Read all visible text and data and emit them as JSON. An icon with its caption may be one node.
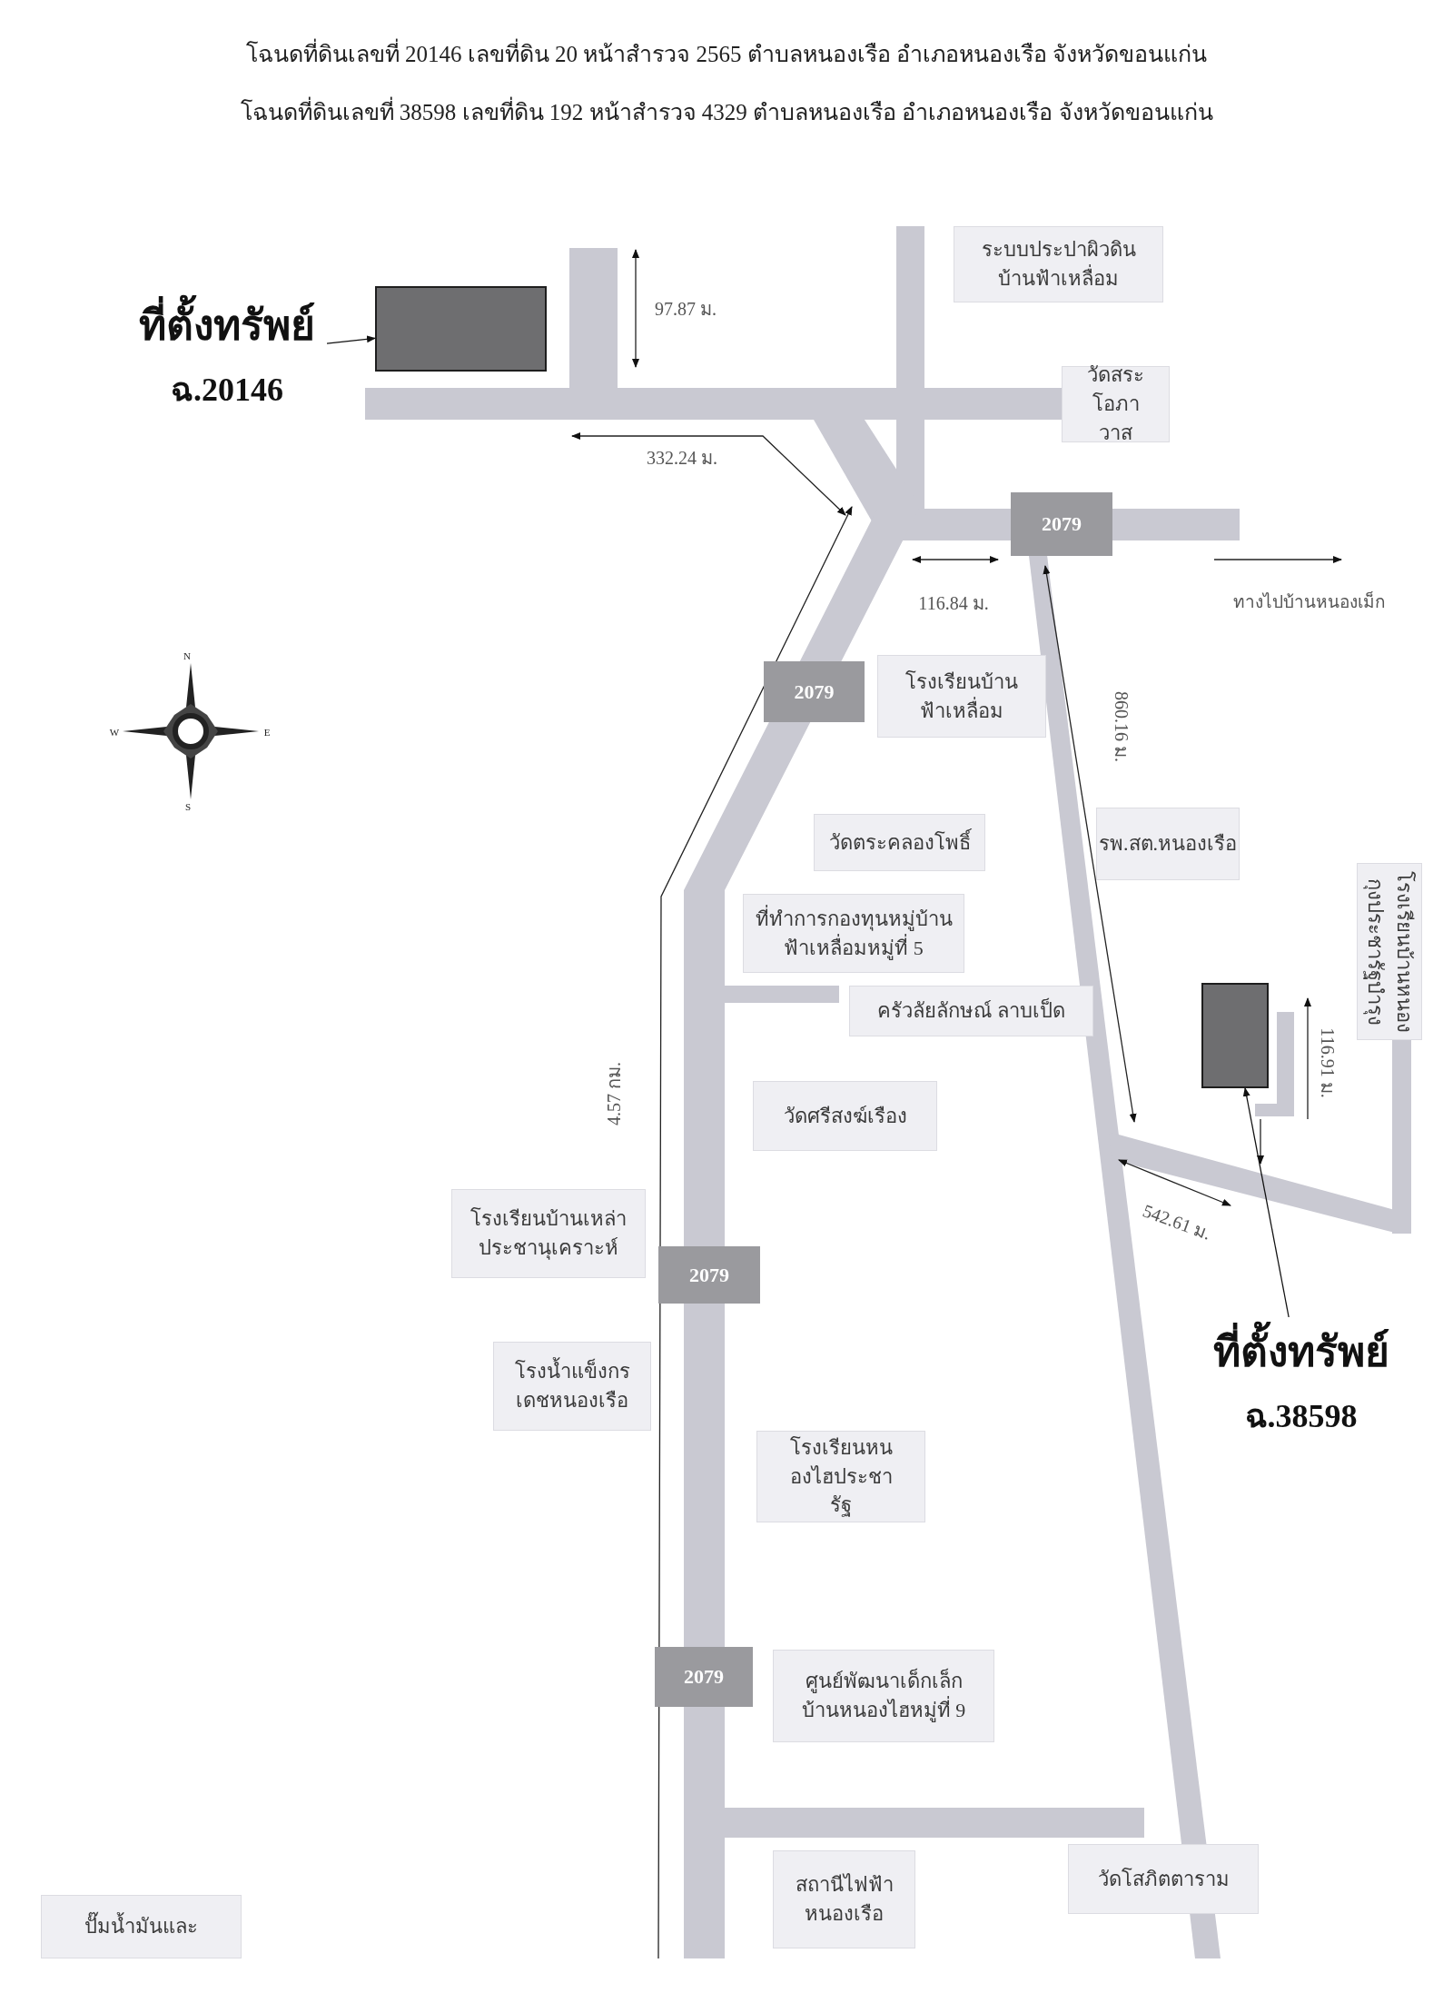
{
  "diagram": {
    "nodes": [
      {
        "text": [
          "ที่ตั้งทรัพย์",
          "ฉ.20146"
        ]
      },
      {
        "text": [],
        "shape": "box"
      },
      {
        "text": [
          "ระบบประปาผิวดินบ้านฟ้าเหลื่อม"
        ]
      },
      {
        "text": [
          "วัดสระโอภาวาส"
        ]
      },
      {
        "text": [
          "2079"
        ]
      },
      {
        "text": [
          "2079"
        ]
      },
      {
        "text": [
          "โรงเรียนบ้านฟ้าเหลื่อม"
        ]
      },
      {
        "text": [
          "วัดตระคลองโพธิ์"
        ]
      },
      {
        "text": [
          "รพ.สต.หนองเรือ"
        ]
      },
      {
        "text": [
          "โรงเรียนบ้านหนองกุงประชารัฐบำรุง"
        ]
      },
      {
        "text": [
          "ที่ทำการกองทุนหมู่บ้านฟ้าเหลื่อมหมู่ที่ 5"
        ]
      },
      {
        "text": [
          "ครัวลัยลักษณ์ ลาบเป็ด"
        ]
      },
      {
        "text": [],
        "shape": "box"
      },
      {
        "text": [
          "วัดศรีสงฆ์เรือง"
        ]
      },
      {
        "text": [
          "โรงเรียนบ้านเหล่าประชานุเคราะห์"
        ]
      },
      {
        "text": [
          "2079"
        ]
      },
      {
        "text": [
          "ที่ตั้งทรัพย์",
          "ฉ.38598"
        ]
      },
      {
        "text": [
          "โรงน้ำแข็งกรเดชหนองเรือ"
        ]
      },
      {
        "text": [
          "โรงเรียนหนองไฮประชารัฐ"
        ]
      },
      {
        "text": [
          "2079"
        ]
      },
      {
        "text": [
          "ศูนย์พัฒนาเด็กเล็กบ้านหนองไฮหมู่ที่ 9"
        ]
      },
      {
        "text": [
          "สถานีไฟฟ้าหนองเรือ"
        ]
      },
      {
        "text": [
          "วัดโสภิตตาราม"
        ]
      },
      {
        "text": [
          "ปั๊มน้ำมันและ"
        ]
      }
    ],
    "edges": [
      {
        "from": 0,
        "to": 1,
        "arrow": "to"
      },
      {
        "from": 16,
        "to": 12,
        "arrow": "to"
      }
    ],
    "labels": [
      "โฉนดที่ดินเลขที่ 20146 เลขที่ดิน 20 หน้าสำรวจ 2565 ตำบลหนองเรือ อำเภอหนองเรือ จังหวัดขอนแก่น",
      "โฉนดที่ดินเลขที่ 38598 เลขที่ดิน 192 หน้าสำรวจ 4329 ตำบลหนองเรือ อำเภอหนองเรือ จังหวัดขอนแก่น",
      "97.87 ม.",
      "332.24 ม.",
      "116.84 ม.",
      "ทางไปบ้านหนองเม็ก",
      "860.16 ม.",
      "N",
      "W",
      "E",
      "S",
      "4.57 กม.",
      "116.91 ม.",
      "542.61 ม."
    ]
  }
}
